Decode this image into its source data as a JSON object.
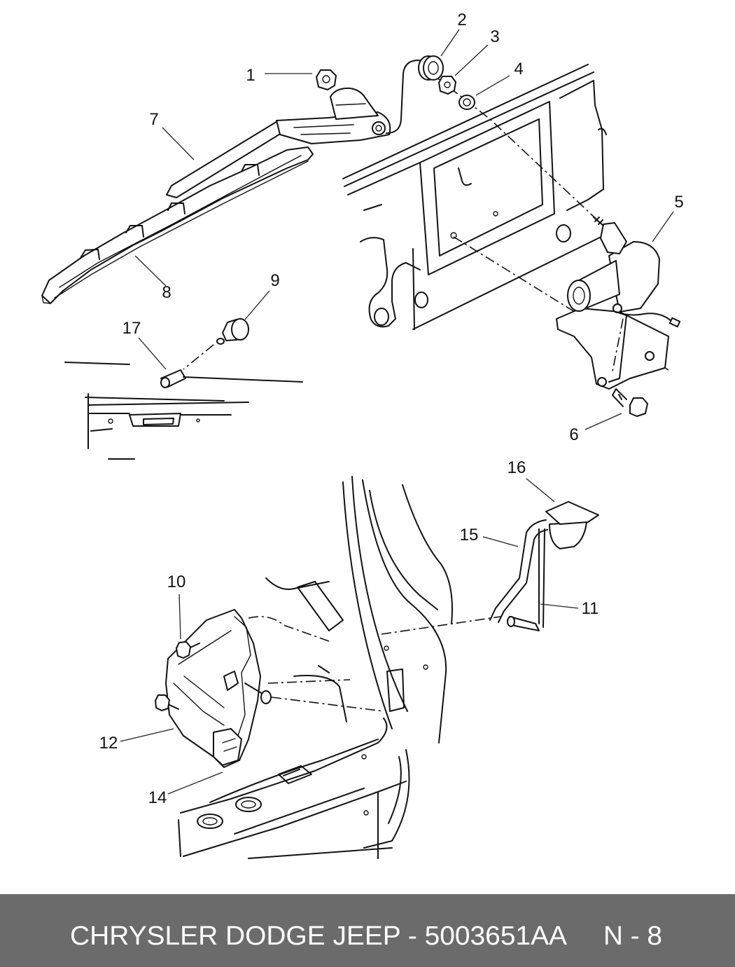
{
  "diagram": {
    "callouts": [
      "1",
      "2",
      "3",
      "4",
      "5",
      "6",
      "7",
      "8",
      "9",
      "10",
      "11",
      "12",
      "14",
      "15",
      "16",
      "17"
    ]
  },
  "footer": {
    "brand_part": "CHRYSLER DODGE JEEP - 5003651AA",
    "page_code": "N - 8",
    "background_color": "#6b6b6b",
    "text_color": "#ffffff"
  }
}
